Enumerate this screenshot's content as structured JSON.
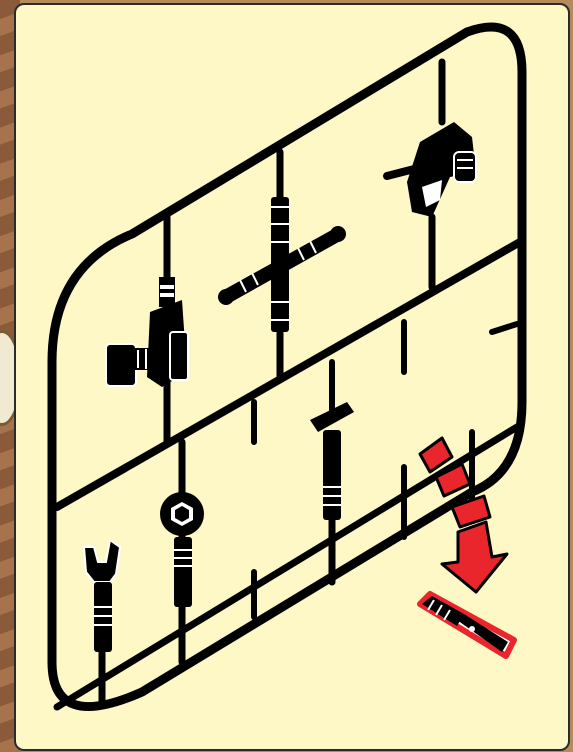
{
  "page": {
    "type": "assembly-instruction-panel",
    "colors": {
      "panel": "#fdf8c6",
      "ink": "#000000",
      "accent": "#e8262b",
      "background": "#b58a5c"
    }
  },
  "parts": [
    {
      "name": "faucet-handle",
      "icon": "faucet-icon"
    },
    {
      "name": "valve-t-handle",
      "icon": "valve-handle-icon"
    },
    {
      "name": "spray-nozzle",
      "icon": "spray-nozzle-icon"
    },
    {
      "name": "small-post",
      "icon": "small-post-icon"
    },
    {
      "name": "socket-wrench",
      "icon": "socket-icon"
    },
    {
      "name": "adjustable-wrench",
      "icon": "wrench-icon"
    },
    {
      "name": "screwdriver",
      "icon": "screwdriver-icon",
      "highlighted": true
    }
  ],
  "callout": {
    "icon": "arrow-down-right-icon",
    "color": "#e8262b"
  }
}
